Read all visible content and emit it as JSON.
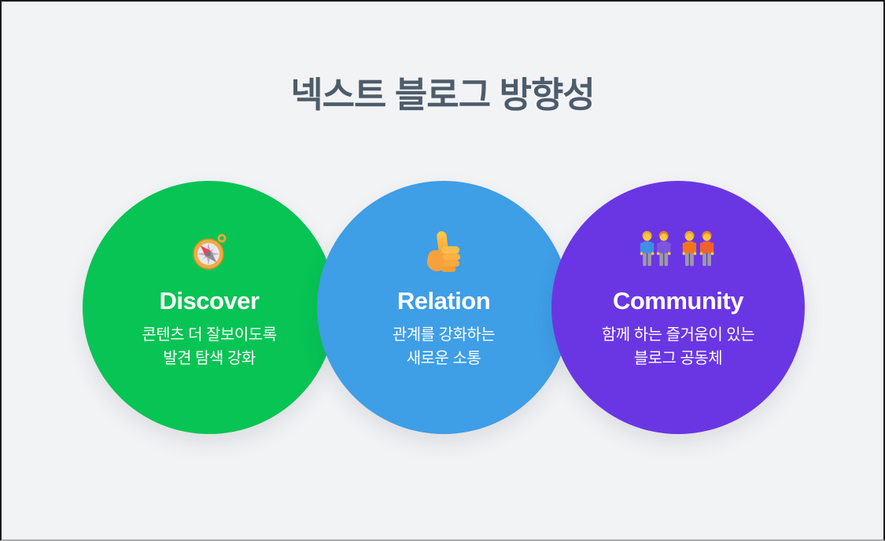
{
  "slide": {
    "title": "넥스트 블로그 방향성"
  },
  "colors": {
    "slide_background": "#F2F3F5",
    "title_text": "#4D5C6B",
    "circle_text": "#FFFFFF",
    "discover_green": "#07C454",
    "relation_blue": "#3E9EE6",
    "community_purple": "#6A36E4"
  },
  "cards": [
    {
      "id": "discover",
      "icon": "compass-icon",
      "color": "#07C454",
      "title": "Discover",
      "description_line1": "콘텐츠 더 잘보이도록",
      "description_line2": "발견 탐색 강화"
    },
    {
      "id": "relation",
      "icon": "thumbs-up-icon",
      "color": "#3E9EE6",
      "title": "Relation",
      "description_line1": "관계를 강화하는",
      "description_line2": "새로운 소통"
    },
    {
      "id": "community",
      "icon": "people-holding-hands-icon",
      "color": "#6A36E4",
      "title": "Community",
      "description_line1": "함께 하는 즐거움이 있는",
      "description_line2": "블로그 공동체"
    }
  ]
}
